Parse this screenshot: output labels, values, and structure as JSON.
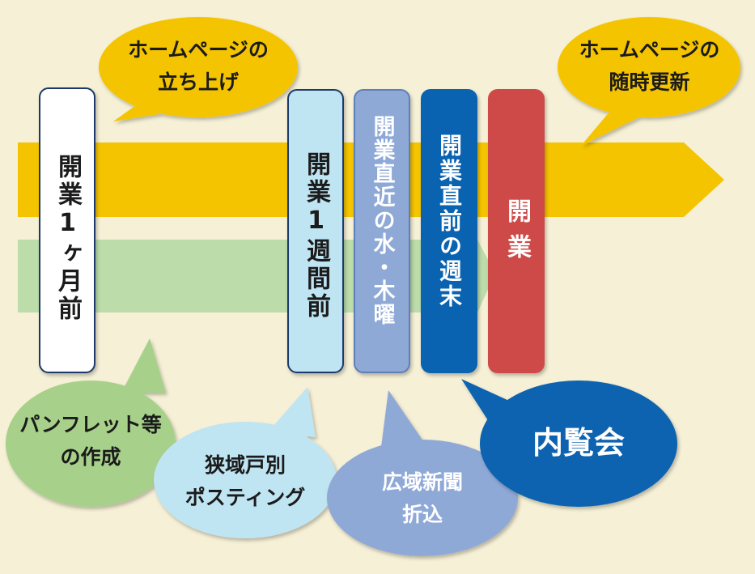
{
  "colors": {
    "background": "#f6f0d6",
    "arrow_yellow": "#f5c400",
    "arrow_green": "#bcdcaa",
    "col_1month": "#ffffff",
    "col_1week": "#bfe4f2",
    "col_wedthu": "#8fa9d7",
    "col_weekend": "#0a63b0",
    "col_open": "#cd4a48",
    "bubble_yellow": "#f5c400",
    "bubble_green": "#a7d18a",
    "bubble_lightblue": "#bfe4f2",
    "bubble_periwinkle": "#8fa9d7",
    "bubble_blue": "#0a63b0"
  },
  "timeline": {
    "one_month_before": "開業1ヶ月前",
    "one_week_before": "開業1週間前",
    "wed_thu_before": "開業直近の水・木曜",
    "weekend_before": "開業直前の週末",
    "opening": "開業"
  },
  "bubbles": {
    "homepage_launch": {
      "line1": "ホームページの",
      "line2": "立ち上げ"
    },
    "homepage_update": {
      "line1": "ホームページの",
      "line2": "随時更新"
    },
    "pamphlet": {
      "line1": "パンフレット等",
      "line2": "の作成"
    },
    "posting": {
      "line1": "狭域戸別",
      "line2": "ポスティング"
    },
    "newspaper": {
      "line1": "広域新聞",
      "line2": "折込"
    },
    "preview": {
      "line1": "内覧会"
    }
  }
}
